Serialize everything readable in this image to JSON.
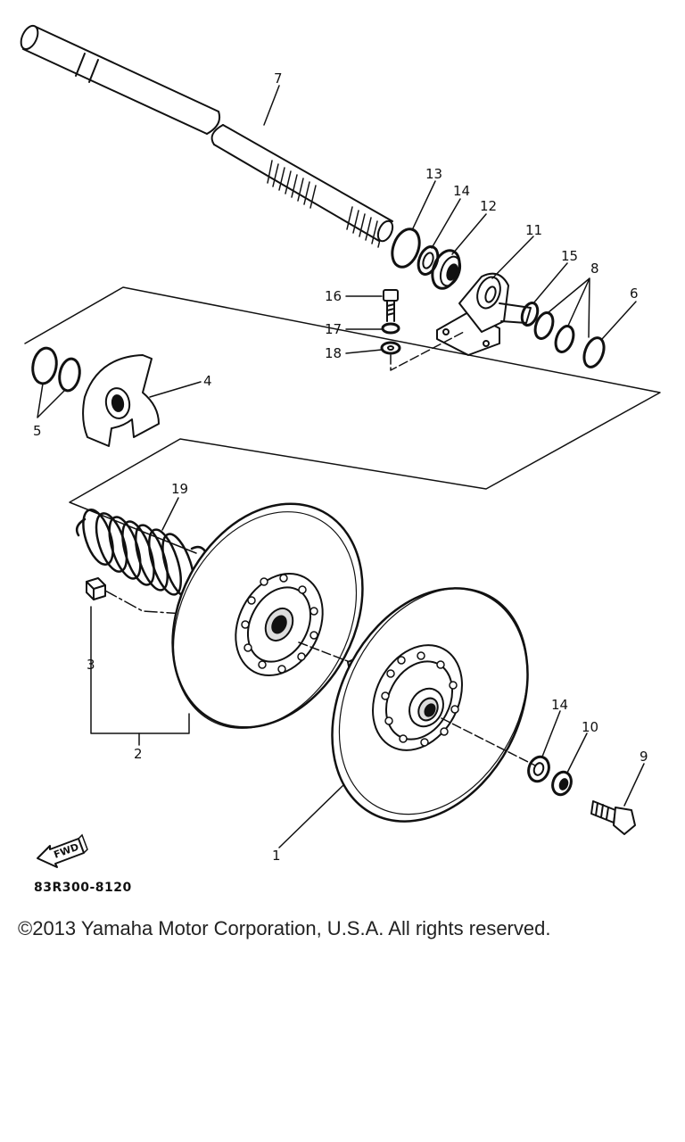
{
  "callouts": {
    "c1": "1",
    "c2": "2",
    "c3": "3",
    "c4": "4",
    "c5": "5",
    "c6": "6",
    "c7": "7",
    "c8": "8",
    "c9": "9",
    "c10": "10",
    "c11": "11",
    "c12": "12",
    "c13": "13",
    "c14a": "14",
    "c14b": "14",
    "c15": "15",
    "c16": "16",
    "c17": "17",
    "c18": "18",
    "c19": "19"
  },
  "fwd_label": "FWD",
  "reference_code": "83R300-8120",
  "copyright": "©2013 Yamaha Motor Corporation, U.S.A. All rights reserved."
}
